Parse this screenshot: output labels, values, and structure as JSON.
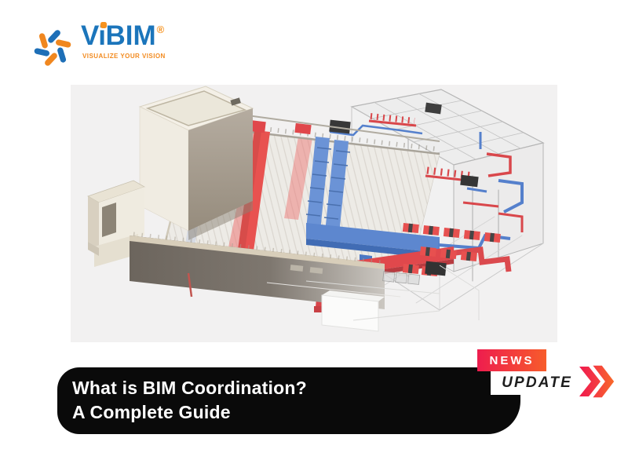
{
  "page": {
    "background_color": "#FFFFFF"
  },
  "logo": {
    "brand_part1": "Vi",
    "brand_part2": "BIM",
    "registered_mark": "®",
    "tagline": "VISUALIZE YOUR VISION",
    "blue": "#1B75BB",
    "orange": "#F6921E"
  },
  "hero_illustration": {
    "description": "3D BIM coordination model of a building showing architectural cream volumes, structural wireframe and red/blue MEP ductwork",
    "backdrop_color": "#F2F1F1",
    "colors": {
      "cream_wall": "#F0ECE2",
      "taupe_facade": "#6C655D",
      "duct_red": "#E0484C",
      "duct_blue": "#5D87CF",
      "frame_gray": "#B5B5B5"
    }
  },
  "news_badge": {
    "news_label": "NEWS",
    "update_label": "UPDATE",
    "gradient_start": "#EE1D4E",
    "gradient_end": "#F75C2B"
  },
  "title_banner": {
    "line1": "What is BIM Coordination?",
    "line2": "A Complete Guide",
    "background_color": "#0A0A0A",
    "text_color": "#FFFFFF"
  }
}
